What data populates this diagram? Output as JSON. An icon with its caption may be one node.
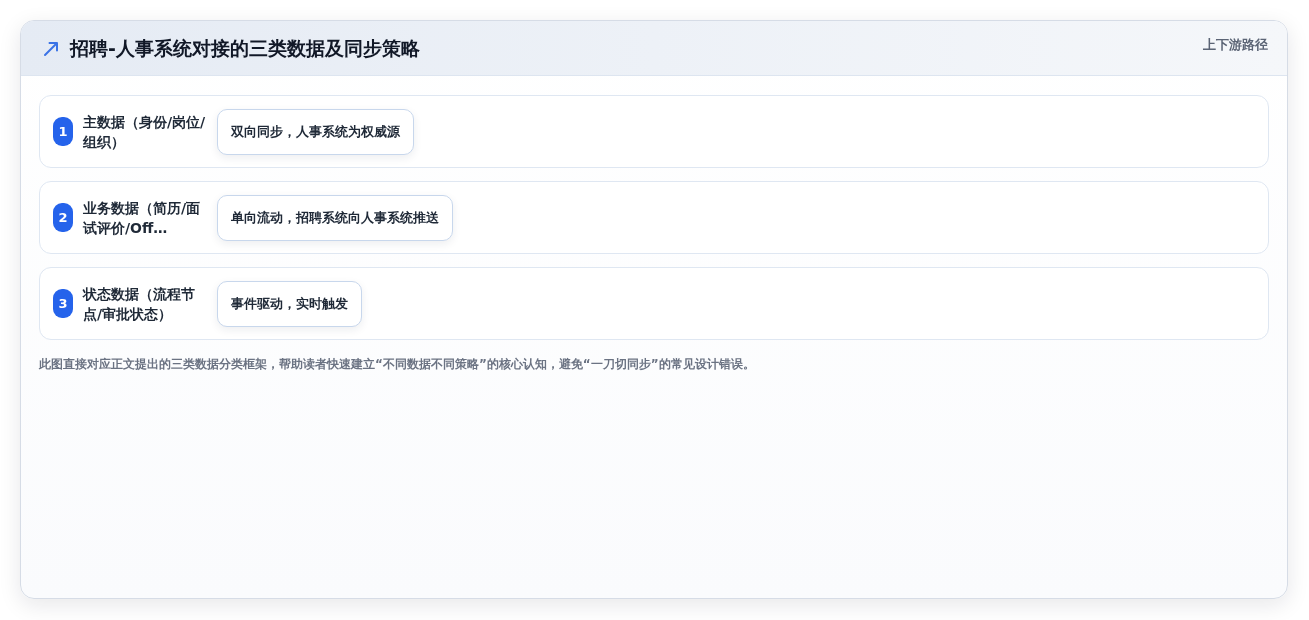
{
  "diagram": {
    "title": "招聘-人事系统对接的三类数据及同步策略",
    "caption": "此图直接对应正文提出的三类数据分类框架，帮助读者快速建立“不同数据不同策略”的核心认知，避免“一刀切同步”的常见设计错误。",
    "nodes": [
      {
        "text": [
          "主数据（身份/岗位/组织）"
        ]
      },
      {
        "text": [
          "1"
        ],
        "in": 0
      },
      {
        "text": [
          "双向同步，人事系统为权威源"
        ],
        "in": 0
      },
      {
        "text": [
          "业务数据（简历/面试评价/Off…"
        ]
      },
      {
        "text": [
          "2"
        ],
        "in": 3
      },
      {
        "text": [
          "单向流动，招聘系统向人事系统推送"
        ],
        "in": 3
      },
      {
        "text": [
          "状态数据（流程节点/审批状态）"
        ]
      },
      {
        "text": [
          "3"
        ],
        "in": 6
      },
      {
        "text": [
          "事件驱动，实时触发"
        ],
        "in": 6
      }
    ],
    "labels": [
      "上下游路径"
    ]
  }
}
